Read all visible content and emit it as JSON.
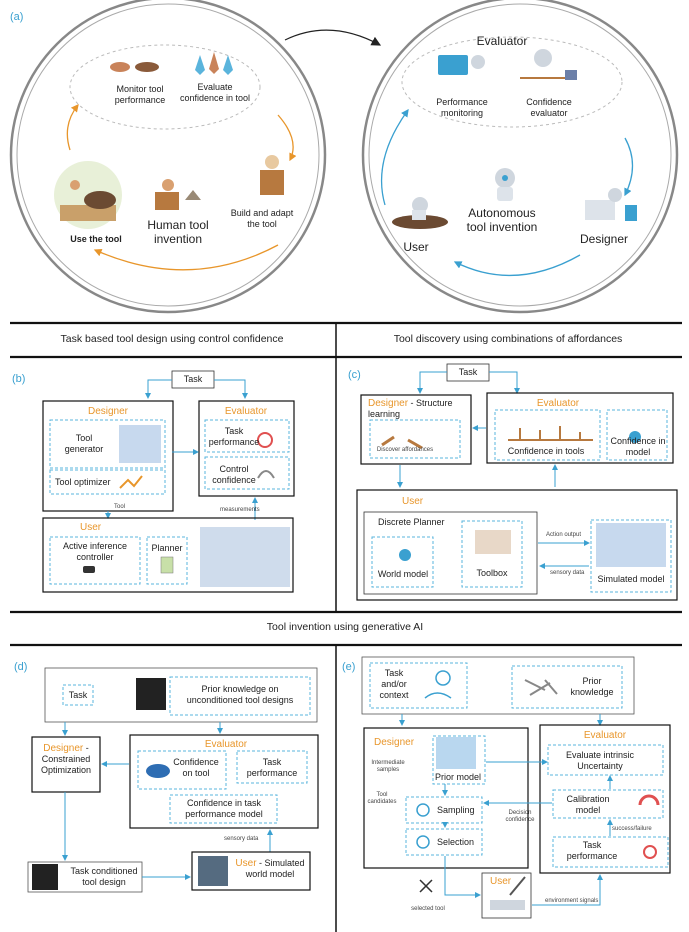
{
  "panel_a": {
    "letter": "(a)",
    "left": {
      "monitor": "Monitor tool\nperformance",
      "evaluate": "Evaluate\nconfidence in tool",
      "use": "Use the tool",
      "human": "Human tool\ninvention",
      "build": "Build and adapt\nthe tool"
    },
    "right": {
      "evaluator": "Evaluator",
      "performance": "Performance\nmonitoring",
      "confidence": "Confidence\nevaluator",
      "autonomous": "Autonomous\ntool invention",
      "user": "User",
      "designer": "Designer"
    }
  },
  "section_titles": {
    "b_title": "Task based tool design using control confidence",
    "c_title": "Tool discovery using combinations of affordances",
    "de_title": "Tool invention using generative AI"
  },
  "panel_b": {
    "letter": "(b)",
    "task": "Task",
    "designer": "Designer",
    "tool_generator": "Tool\ngenerator",
    "tool_optimizer": "Tool optimizer",
    "evaluator": "Evaluator",
    "task_performance": "Task\nperformance",
    "control_confidence": "Control\nconfidence",
    "tool_edge": "Tool",
    "measurements_edge": "measurements",
    "user": "User",
    "active_inference": "Active inference\ncontroller",
    "planner": "Planner"
  },
  "panel_c": {
    "letter": "(c)",
    "task": "Task",
    "designer": "Designer",
    "designer_suffix": " - Structure\nlearning",
    "discover": "Discover affordances",
    "evaluator": "Evaluator",
    "confidence_tools": "Confidence in tools",
    "confidence_model": "Confidence in\nmodel",
    "user": "User",
    "discrete_planner": "Discrete Planner",
    "world_model": "World model",
    "toolbox": "Toolbox",
    "action_output": "Action output",
    "sensory_data": "sensory data",
    "simulated_model": "Simulated model"
  },
  "panel_d": {
    "letter": "(d)",
    "task": "Task",
    "prior": "Prior knowledge on\nunconditioned tool designs",
    "designer": "Designer",
    "designer_suffix": " -\nConstrained\nOptimization",
    "evaluator": "Evaluator",
    "confidence_tool": "Confidence\non tool",
    "task_performance": "Task\nperformance",
    "confidence_task": "Confidence in task\nperformance model",
    "sensory_data": "sensory data",
    "task_conditioned": "Task conditioned\ntool design",
    "user": "User",
    "user_suffix": " - Simulated\nworld model"
  },
  "panel_e": {
    "letter": "(e)",
    "task_context": "Task\nand/or\ncontext",
    "prior_knowledge": "Prior\nknowledge",
    "designer": "Designer",
    "intermediate": "Intermediate\nsamples",
    "prior_model": "Prior model",
    "tool_candidates": "Tool\ncandidates",
    "sampling": "Sampling",
    "selection": "Selection",
    "decision_confidence": "Decision\nconfidence",
    "evaluator": "Evaluator",
    "intrinsic": "Evaluate intrinsic\nUncertainty",
    "calibration": "Calibration\nmodel",
    "success_failure": "success/failure",
    "task_performance": "Task\nperformance",
    "selected_tool": "selected tool",
    "user": "User",
    "environment_signals": "environment signals"
  },
  "colors": {
    "accent": "#3aa0d0",
    "orange": "#e8962b",
    "box": "#222222",
    "dash": "#5ab4dc"
  }
}
